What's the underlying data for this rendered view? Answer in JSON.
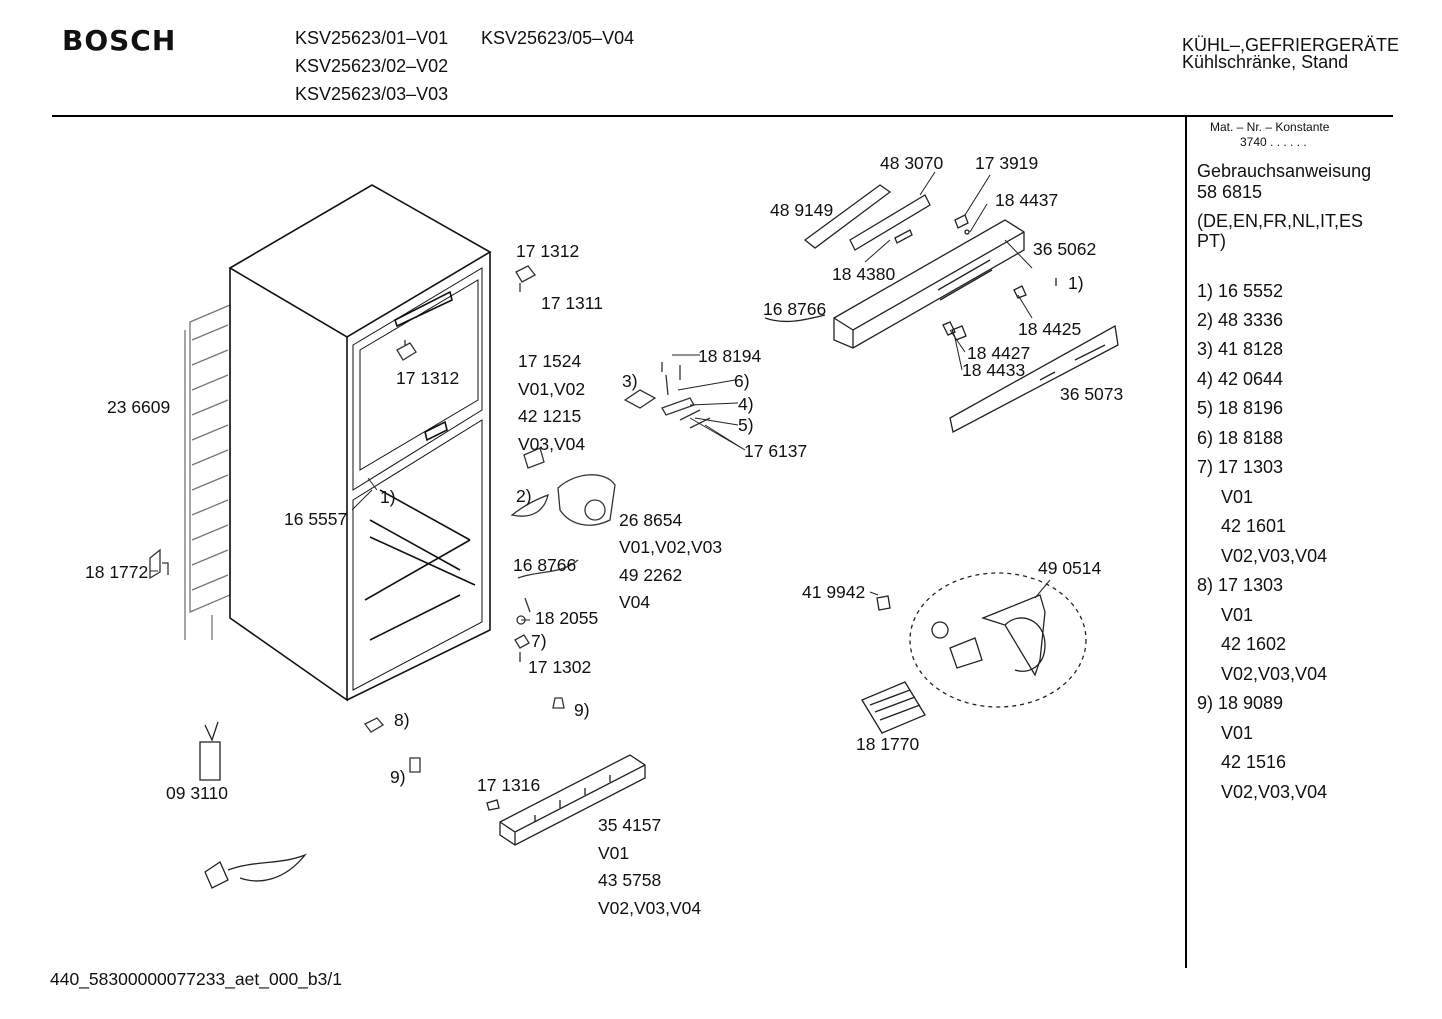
{
  "header": {
    "brand": "BOSCH",
    "models": [
      "KSV25623/01–V01",
      "KSV25623/05–V04",
      "KSV25623/02–V02",
      "KSV25623/03–V03"
    ],
    "category_line1": "KÜHL–,GEFRIERGERÄTE",
    "category_line2": "Kühlschränke, Stand"
  },
  "sidebar": {
    "mat_nr_label": "Mat. – Nr. – Konstante",
    "mat_nr_value": "3740  .  .  .  .  .  .",
    "manual_title": "Gebrauchsanweisung",
    "manual_number": "58 6815",
    "manual_langs_1": "(DE,EN,FR,NL,IT,ES",
    "manual_langs_2": "PT)",
    "footnotes": [
      "1) 16 5552",
      "2) 48 3336",
      "3) 41 8128",
      "4) 42 0644",
      "5) 18 8196",
      "6) 18 8188",
      "7) 17 1303",
      "V01",
      "42 1601",
      "V02,V03,V04",
      "8) 17 1303",
      "V01",
      "42 1602",
      "V02,V03,V04",
      "9) 18 9089",
      "V01",
      "42 1516",
      "V02,V03,V04"
    ]
  },
  "diagram": {
    "labels": [
      "48 3070",
      "17 3919",
      "48 9149",
      "18 4437",
      "36 5062",
      "18 4380",
      "1)",
      "16 8766",
      "18 4425",
      "18 4427",
      "18 4433",
      "36 5073",
      "17 1312",
      "17 1311",
      "17 1312",
      "17 1524",
      "V01,V02",
      "42 1215",
      "V03,V04",
      "18 8194",
      "3)",
      "6)",
      "4)",
      "5)",
      "17 6137",
      "23 6609",
      "16 5557",
      "1)",
      "2)",
      "26 8654",
      "V01,V02,V03",
      "49 2262",
      "V04",
      "16 8766",
      "18 2055",
      "7)",
      "17 1302",
      "9)",
      "18 1772",
      "41 9942",
      "49 0514",
      "18 1770",
      "8)",
      "9)",
      "09 3110",
      "17 1316",
      "35 4157",
      "V01",
      "43 5758",
      "V02,V03,V04"
    ]
  },
  "footer": {
    "document_id": "440_58300000077233_aet_000_b3/1"
  }
}
